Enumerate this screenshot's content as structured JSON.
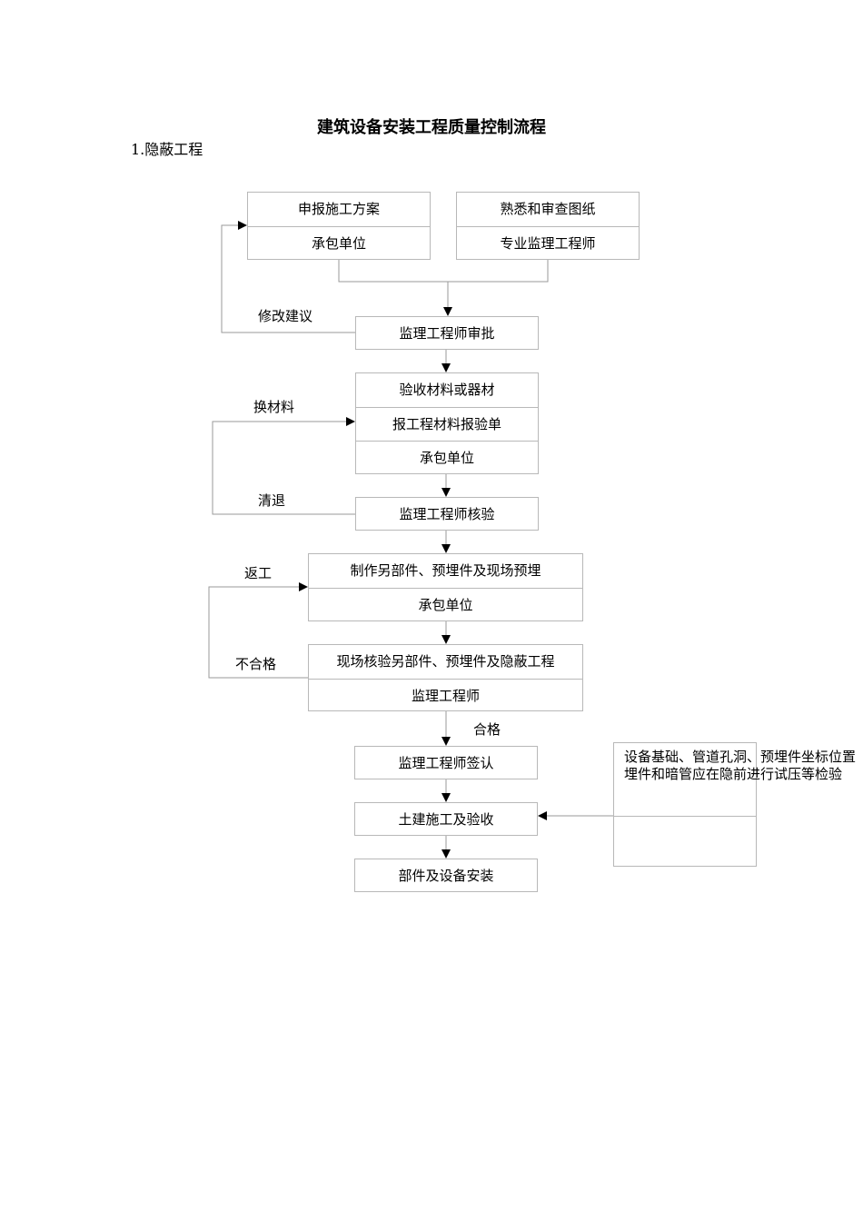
{
  "title": "建筑设备安装工程质量控制流程",
  "section": "1.隐蔽工程",
  "boxes": {
    "b1": [
      "申报施工方案",
      "承包单位"
    ],
    "b2": [
      "熟悉和审查图纸",
      "专业监理工程师"
    ],
    "b3": [
      "监理工程师审批"
    ],
    "b4": [
      "验收材料或器材",
      "报工程材料报验单",
      "承包单位"
    ],
    "b5": [
      "监理工程师核验"
    ],
    "b6": [
      "制作另部件、预埋件及现场预埋",
      "承包单位"
    ],
    "b7": [
      "现场核验另部件、预埋件及隐蔽工程",
      "监理工程师"
    ],
    "b8": [
      "监理工程师签认"
    ],
    "b9": [
      "土建施工及验收"
    ],
    "b10": [
      "部件及设备安装"
    ]
  },
  "labels": {
    "modify": "修改建议",
    "change_material": "换材料",
    "return": "清退",
    "rework": "返工",
    "fail": "不合格",
    "pass": "合格"
  },
  "note": [
    "设备基础、管道孔洞、预埋件坐标位置",
    "埋件和暗管应在隐前进行试压等检验"
  ]
}
